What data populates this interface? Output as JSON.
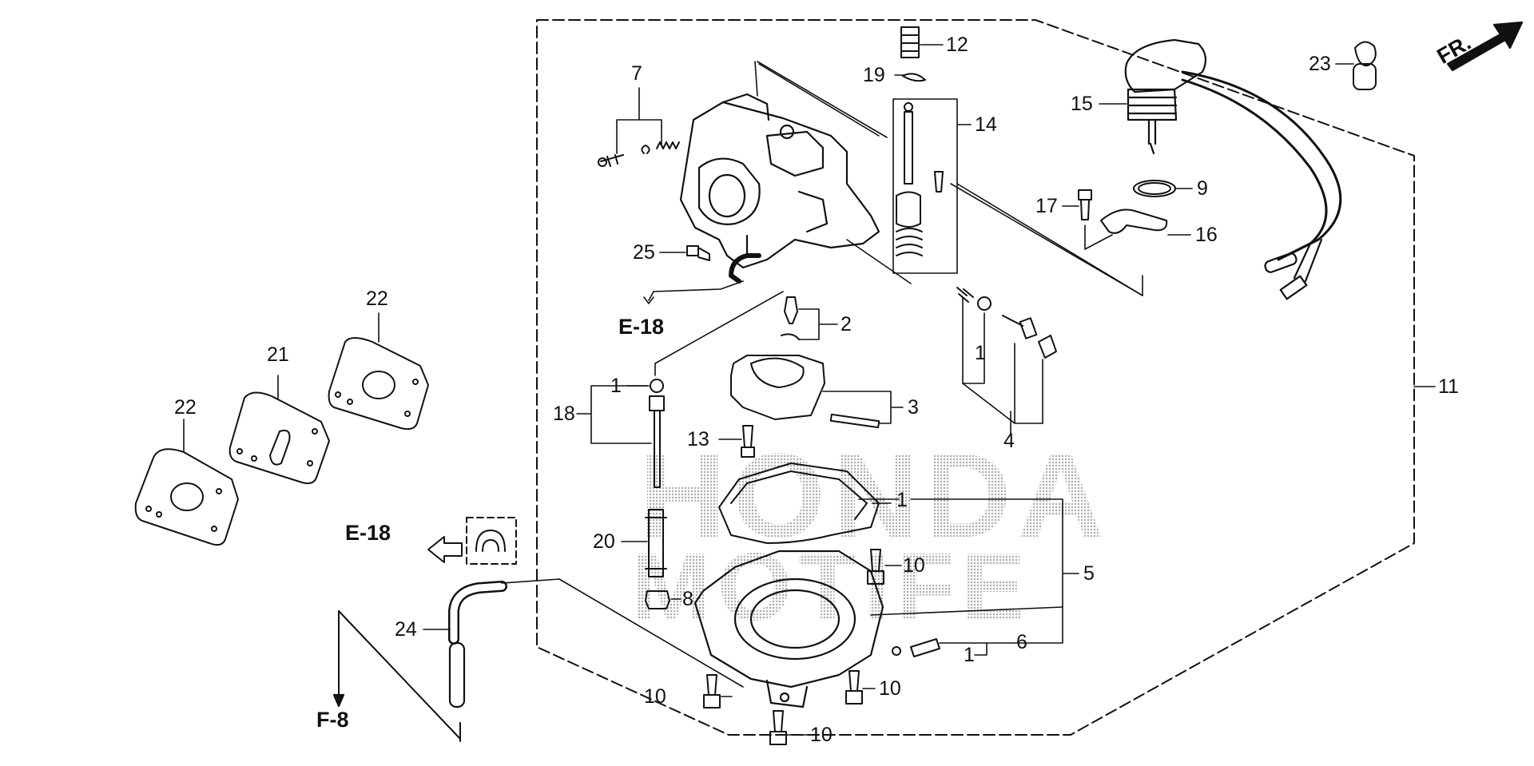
{
  "watermark": {
    "line1": "HONDA",
    "line2": "MOTIFE"
  },
  "direction": {
    "label": "FR."
  },
  "references": {
    "e18_top": "E-18",
    "e18_left": "E-18",
    "f8": "F-8"
  },
  "callouts": {
    "c1a": "1",
    "c1b": "1",
    "c1c": "1",
    "c1d": "1",
    "c2": "2",
    "c3": "3",
    "c4": "4",
    "c5": "5",
    "c6": "6",
    "c7": "7",
    "c8": "8",
    "c9": "9",
    "c10a": "10",
    "c10b": "10",
    "c10c": "10",
    "c10d": "10",
    "c11": "11",
    "c12": "12",
    "c13": "13",
    "c14": "14",
    "c15": "15",
    "c16": "16",
    "c17": "17",
    "c18": "18",
    "c19": "19",
    "c20": "20",
    "c21": "21",
    "c22a": "22",
    "c22b": "22",
    "c23": "23",
    "c24": "24",
    "c25": "25"
  },
  "colors": {
    "line": "#111111",
    "watermark": "#b0b0b0",
    "background": "#ffffff"
  }
}
